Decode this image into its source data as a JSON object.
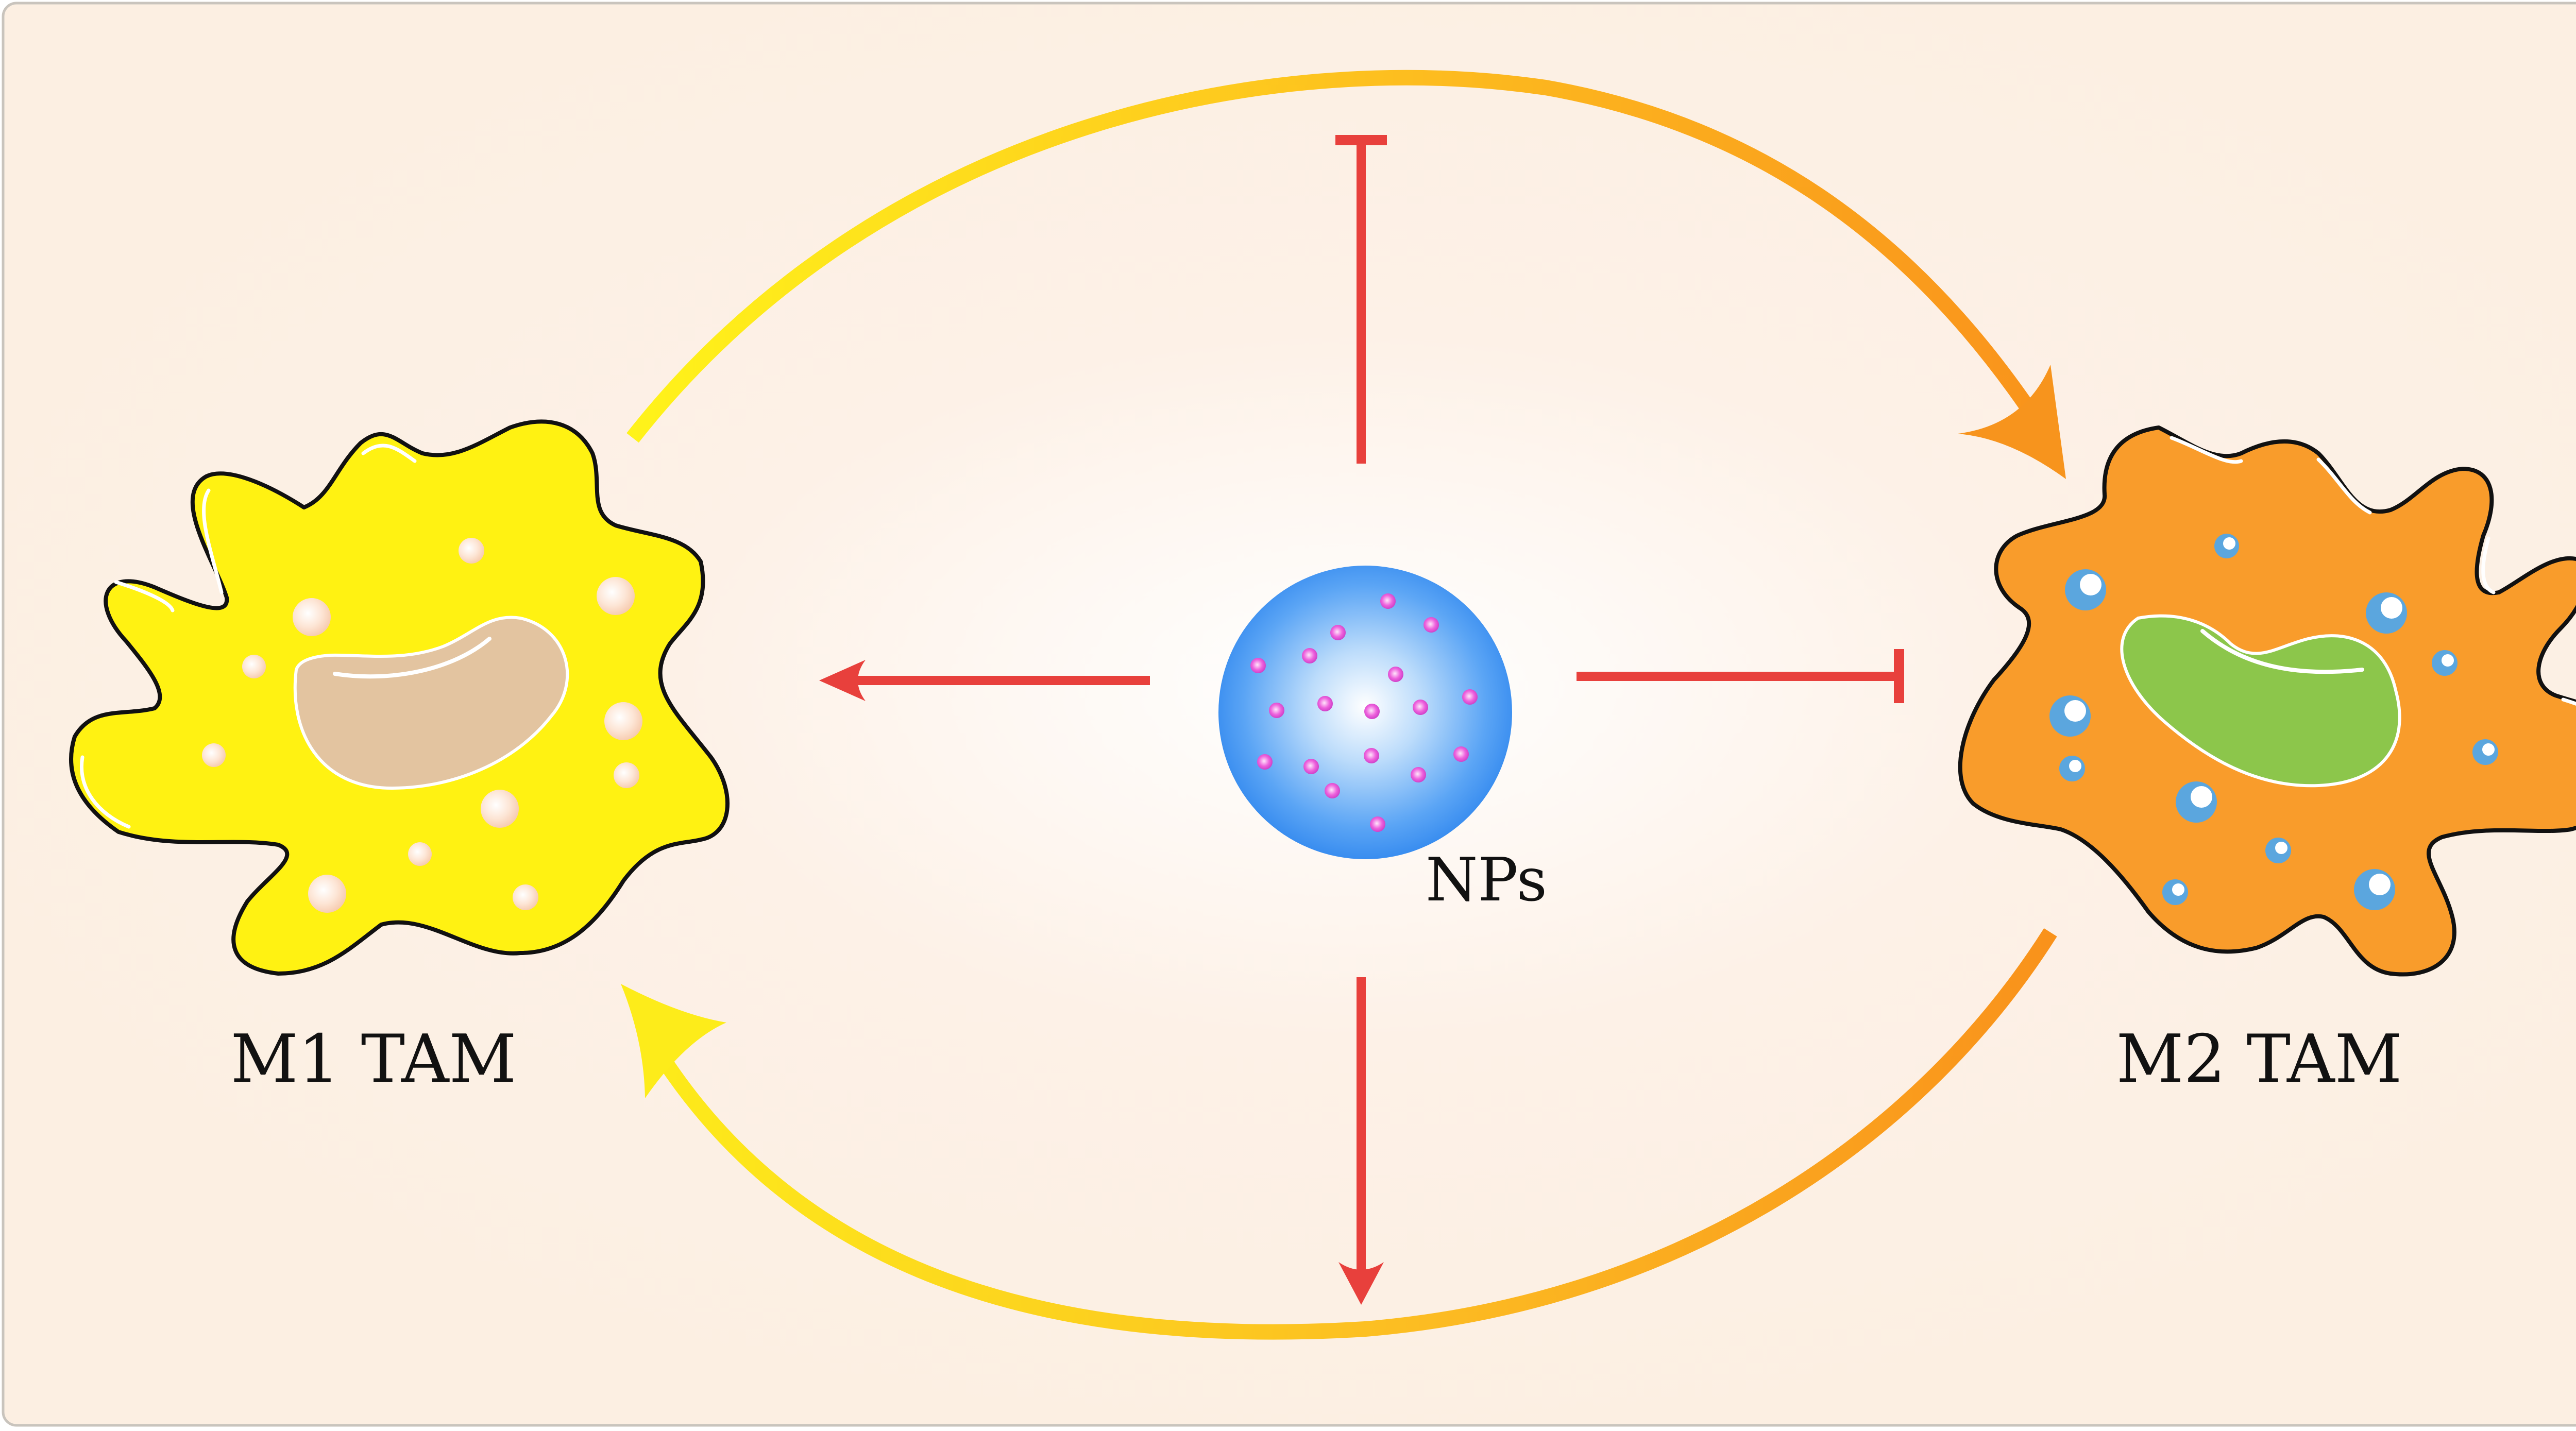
{
  "labels": {
    "m1": "M1 TAM",
    "m2": "M2 TAM",
    "nps": "NPs"
  },
  "colors": {
    "background": "#fdf0e4",
    "m1_cell": "#fff212",
    "m2_cell": "#f99c2b",
    "m1_nucleus": "#e3c4a0",
    "m2_nucleus": "#8cc64b",
    "nanoparticle_edge": "#2f86ee",
    "nanoparticle_dots": "#e14bd8",
    "red_arrows": "#e8403c",
    "cycle_yellow": "#fdec1a",
    "cycle_orange": "#f79b17"
  },
  "icons": {
    "m1_cell": "macrophage-icon",
    "m2_cell": "macrophage-icon",
    "nanoparticle": "nanoparticle-sphere-icon"
  }
}
